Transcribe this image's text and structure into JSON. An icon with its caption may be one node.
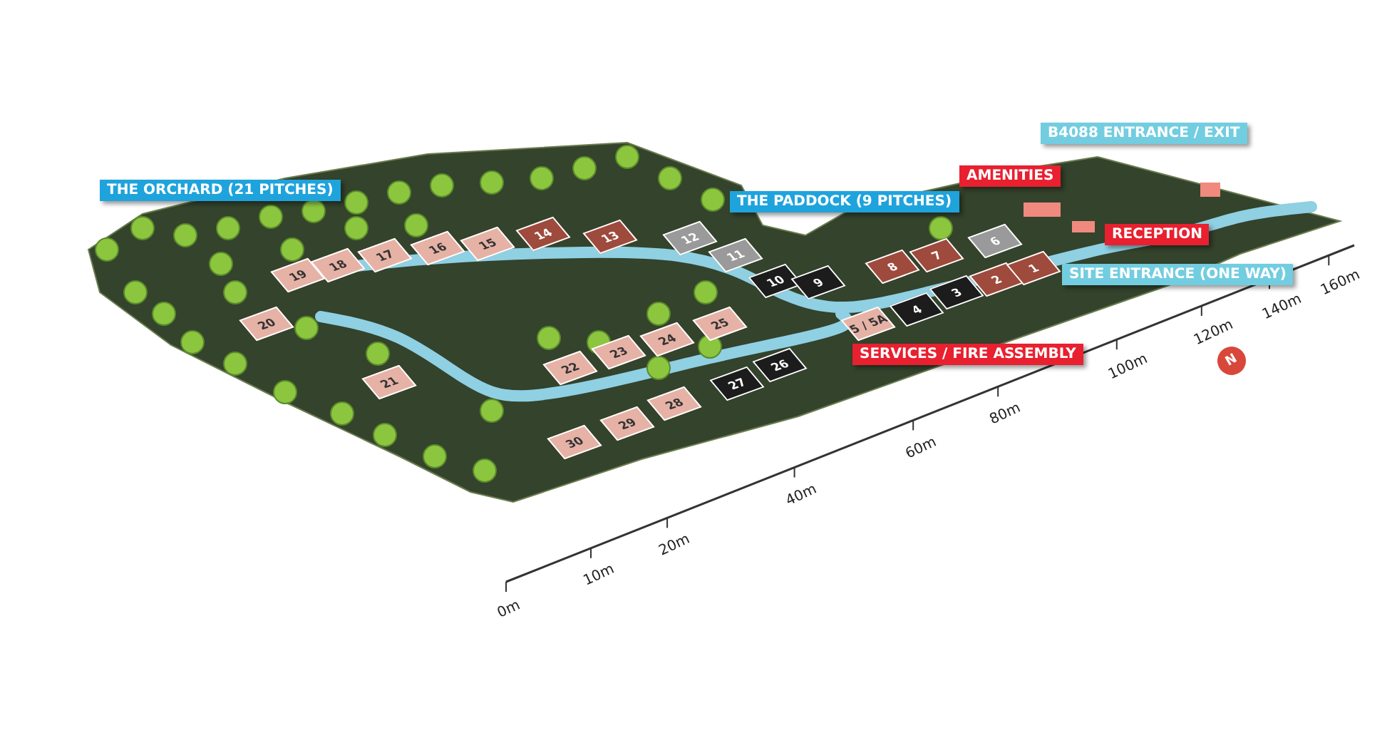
{
  "diagram": {
    "nodes": [
      {
        "text": [
          "THE ORCHARD (21 PITCHES)"
        ]
      },
      {
        "text": [
          "THE PADDOCK (9 PITCHES)"
        ]
      },
      {
        "text": [
          "AMENITIES"
        ]
      },
      {
        "text": [
          "B4088 ENTRANCE / EXIT"
        ]
      },
      {
        "text": [
          "RECEPTION"
        ]
      },
      {
        "text": [
          "SITE ENTRANCE (ONE WAY)"
        ]
      },
      {
        "text": [
          "SERVICES / FIRE ASSEMBLY"
        ]
      },
      {
        "text": [
          "14"
        ]
      },
      {
        "text": [
          "13"
        ]
      },
      {
        "text": [
          "12"
        ]
      },
      {
        "text": [
          "11"
        ]
      },
      {
        "text": [
          "10"
        ]
      },
      {
        "text": [
          "9"
        ]
      },
      {
        "text": [
          "8"
        ]
      },
      {
        "text": [
          "7"
        ]
      },
      {
        "text": [
          "6"
        ]
      },
      {
        "text": [
          "5 / 5A"
        ]
      },
      {
        "text": [
          "4"
        ]
      },
      {
        "text": [
          "3"
        ]
      },
      {
        "text": [
          "2"
        ]
      },
      {
        "text": [
          "1"
        ]
      },
      {
        "text": [
          "15"
        ]
      },
      {
        "text": [
          "16"
        ]
      },
      {
        "text": [
          "17"
        ]
      },
      {
        "text": [
          "18"
        ]
      },
      {
        "text": [
          "19"
        ]
      },
      {
        "text": [
          "20"
        ]
      },
      {
        "text": [
          "21"
        ]
      },
      {
        "text": [
          "22"
        ]
      },
      {
        "text": [
          "23"
        ]
      },
      {
        "text": [
          "24"
        ]
      },
      {
        "text": [
          "25"
        ]
      },
      {
        "text": [
          "26"
        ]
      },
      {
        "text": [
          "27"
        ]
      },
      {
        "text": [
          "28"
        ]
      },
      {
        "text": [
          "29"
        ]
      },
      {
        "text": [
          "30"
        ]
      }
    ],
    "labels": [
      "N",
      "0m",
      "10m",
      "20m",
      "40m",
      "60m",
      "80m",
      "100m",
      "120m",
      "140m",
      "160m"
    ]
  }
}
